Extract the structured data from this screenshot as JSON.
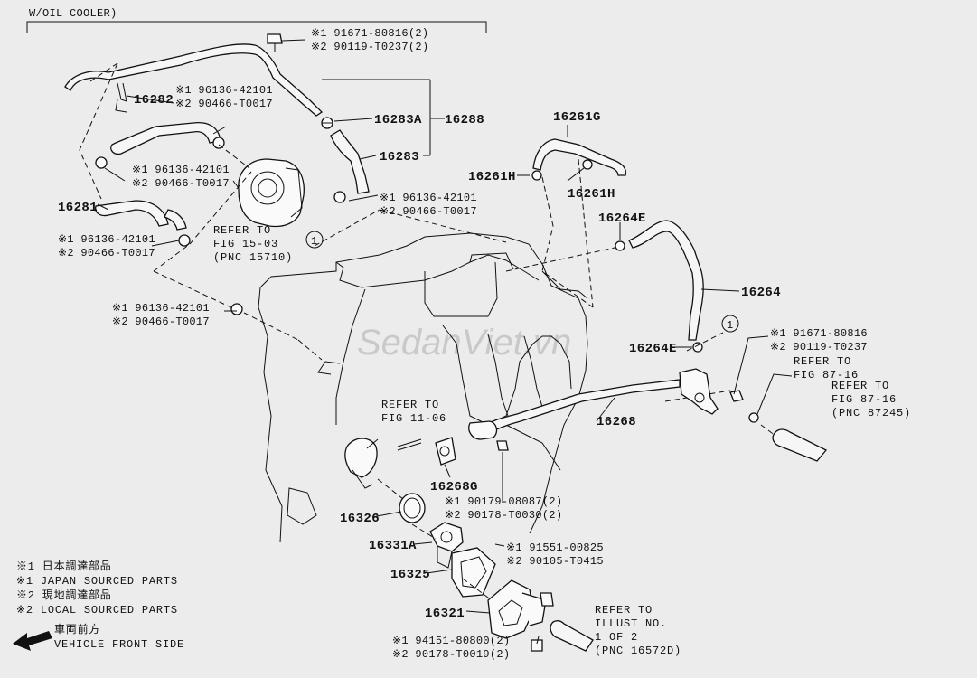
{
  "header": {
    "title": "W/OIL COOLER)"
  },
  "watermark": "SedanViet.vn",
  "callouts": [
    {
      "id": "16282",
      "text": "16282"
    },
    {
      "id": "16283A",
      "text": "16283A"
    },
    {
      "id": "16288",
      "text": "16288"
    },
    {
      "id": "16283",
      "text": "16283"
    },
    {
      "id": "16281",
      "text": "16281"
    },
    {
      "id": "16261G",
      "text": "16261G"
    },
    {
      "id": "16261H_a",
      "text": "16261H"
    },
    {
      "id": "16261H_b",
      "text": "16261H"
    },
    {
      "id": "16264E_a",
      "text": "16264E"
    },
    {
      "id": "16264",
      "text": "16264"
    },
    {
      "id": "16264E_b",
      "text": "16264E"
    },
    {
      "id": "16268",
      "text": "16268"
    },
    {
      "id": "16268G",
      "text": "16268G"
    },
    {
      "id": "16326",
      "text": "16326"
    },
    {
      "id": "16331A",
      "text": "16331A"
    },
    {
      "id": "16325",
      "text": "16325"
    },
    {
      "id": "16321",
      "text": "16321"
    }
  ],
  "part_numbers": [
    {
      "id": "pn1",
      "text": "※1 91671-80816(2)"
    },
    {
      "id": "pn2",
      "text": "※2 90119-T0237(2)"
    },
    {
      "id": "pn3",
      "text": "※1 96136-42101"
    },
    {
      "id": "pn4",
      "text": "※2 90466-T0017"
    },
    {
      "id": "pn5",
      "text": "※1 96136-42101"
    },
    {
      "id": "pn6",
      "text": "※2 90466-T0017"
    },
    {
      "id": "pn7",
      "text": "※1 96136-42101"
    },
    {
      "id": "pn8",
      "text": "※2 90466-T0017"
    },
    {
      "id": "pn9",
      "text": "※1 96136-42101"
    },
    {
      "id": "pn10",
      "text": "※2 90466-T0017"
    },
    {
      "id": "pn11",
      "text": "※1 96136-42101"
    },
    {
      "id": "pn12",
      "text": "※2 90466-T0017"
    },
    {
      "id": "pn13",
      "text": "※1 91671-80816"
    },
    {
      "id": "pn14",
      "text": "※2 90119-T0237"
    },
    {
      "id": "pn15",
      "text": "※1 90179-08087(2)"
    },
    {
      "id": "pn16",
      "text": "※2 90178-T0030(2)"
    },
    {
      "id": "pn17",
      "text": "※1 91551-00825"
    },
    {
      "id": "pn18",
      "text": "※2 90105-T0415"
    },
    {
      "id": "pn19",
      "text": "※1 94151-80800(2)"
    },
    {
      "id": "pn20",
      "text": "※2 90178-T0019(2)"
    }
  ],
  "refers": [
    {
      "id": "ref_15_03",
      "lines": [
        "REFER TO",
        "FIG 15-03",
        "(PNC 15710)"
      ]
    },
    {
      "id": "ref_11_06",
      "lines": [
        "REFER TO",
        "FIG 11-06"
      ]
    },
    {
      "id": "ref_87_16a",
      "lines": [
        "REFER TO",
        "FIG 87-16"
      ]
    },
    {
      "id": "ref_87_16b",
      "lines": [
        "REFER TO",
        "FIG 87-16",
        "(PNC 87245)"
      ]
    },
    {
      "id": "ref_illust",
      "lines": [
        "REFER TO",
        "ILLUST NO.",
        "1 OF 2",
        "(PNC 16572D)"
      ]
    }
  ],
  "circle_marker": "1",
  "legend": {
    "line1": "※1 日本調達部品",
    "line2": "※1 JAPAN SOURCED PARTS",
    "line3": "※2 現地調達部品",
    "line4": "※2 LOCAL SOURCED PARTS",
    "direction_jp": "車両前方",
    "direction_en": "VEHICLE FRONT SIDE"
  }
}
